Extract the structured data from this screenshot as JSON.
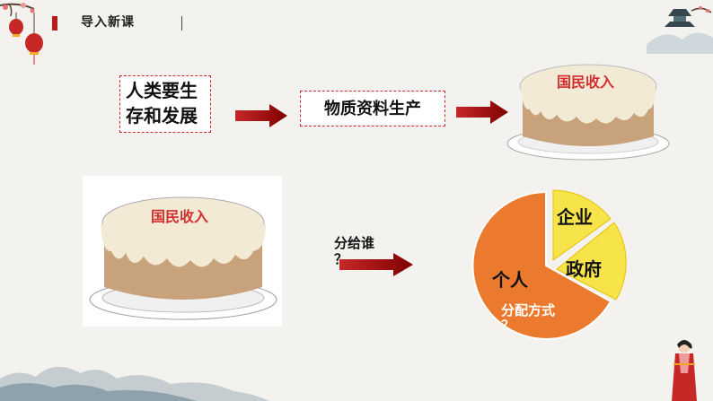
{
  "header": {
    "title": "导入新课"
  },
  "flow": {
    "box1_line1": "人类要生",
    "box1_line2": "存和发展",
    "box2": "物质资料生产",
    "cake_top_label": "国民收入"
  },
  "distribution": {
    "cake_label": "国民收入",
    "question_line1": "分给谁",
    "question_line2": "？"
  },
  "pie": {
    "slices": [
      "企业",
      "政府",
      "个人"
    ],
    "caption_line1": "分配方式",
    "caption_line2": "？",
    "colors": {
      "orange": "#ec7a2e",
      "yellow": "#f7e34a",
      "accent": "#d32f2f"
    }
  }
}
